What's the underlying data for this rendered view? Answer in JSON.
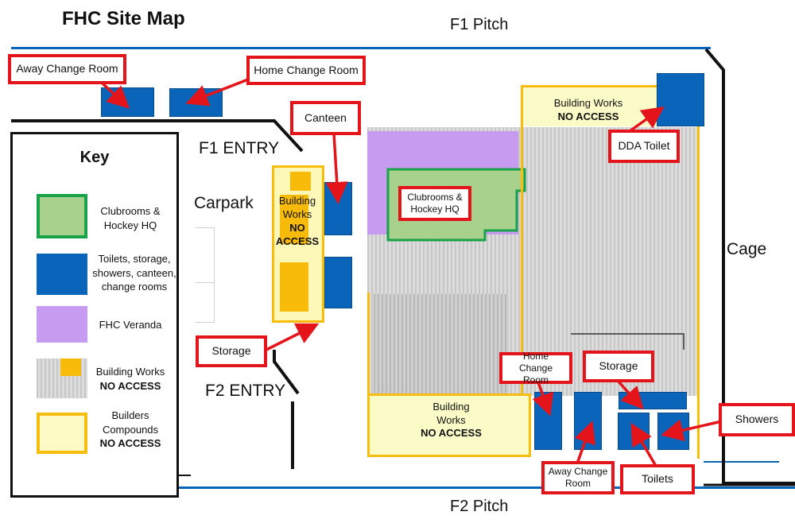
{
  "title": "FHC Site Map",
  "pitches": {
    "top": "F1 Pitch",
    "bottom": "F2 Pitch"
  },
  "areas": {
    "f1_entry": "F1 ENTRY",
    "f2_entry": "F2 ENTRY",
    "carpark": "Carpark",
    "cage": "Cage"
  },
  "key": {
    "title": "Key",
    "items": [
      {
        "label": "Clubrooms & Hockey HQ",
        "color": "#a9d18e",
        "border": "#18a24a"
      },
      {
        "label": "Toilets, storage, showers, canteen, change rooms",
        "color": "#0a64b9"
      },
      {
        "label": "FHC Veranda",
        "color": "#c79bf0"
      },
      {
        "label": "Building Works",
        "label2": "NO ACCESS",
        "color": "#c8c8c8",
        "accent": "#f8bb0a"
      },
      {
        "label": "Builders Compounds",
        "label2": "NO ACCESS",
        "color": "#fdfac5",
        "border": "#f6bd0e"
      }
    ]
  },
  "callouts": {
    "away_change_top": "Away Change Room",
    "home_change_top": "Home Change Room",
    "canteen": "Canteen",
    "storage_left": "Storage",
    "dda_toilet": "DDA Toilet",
    "clubrooms": "Clubrooms & Hockey HQ",
    "home_change_bottom": "Home Change Room",
    "storage_bottom": "Storage",
    "showers": "Showers",
    "away_change_bottom": "Away Change Room",
    "toilets": "Toilets"
  },
  "works": {
    "left": {
      "line1": "Building",
      "line2": "Works",
      "line3": "NO ACCESS"
    },
    "top_right": {
      "line1": "Building Works",
      "line2": "NO ACCESS"
    },
    "bottom": {
      "line1": "Building",
      "line2": "Works",
      "line3": "NO ACCESS"
    }
  },
  "colors": {
    "blue": "#0a64b9",
    "red": "#e3151b",
    "yellow": "#f6bd0e",
    "green": "#18a24a",
    "purple": "#c79bf0"
  }
}
